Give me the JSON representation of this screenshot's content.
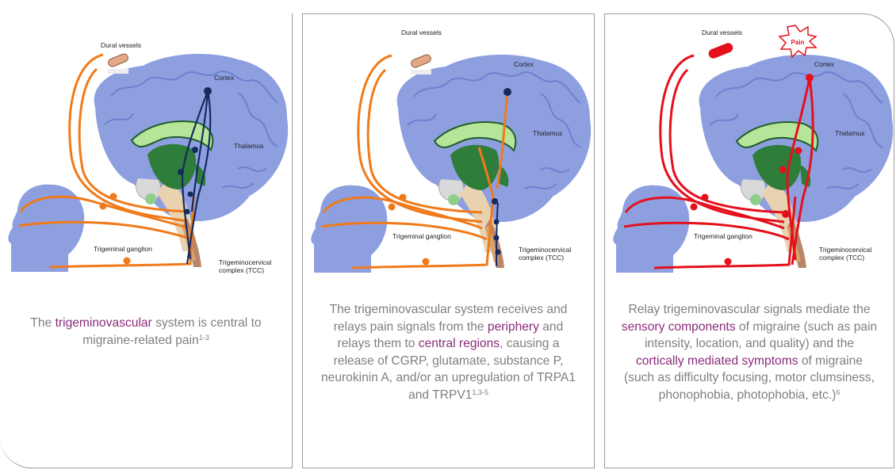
{
  "labels": {
    "dural_vessels": "Dural vessels",
    "cortex": "Cortex",
    "thalamus": "Thalamus",
    "ganglion": "Trigeminal ganglion",
    "tcc_line1": "Trigeminocervical",
    "tcc_line2": "complex (TCC)",
    "pain": "Pain"
  },
  "colors": {
    "brain": "#8e9fe0",
    "brain_dark": "#6d80cf",
    "head": "#8e9fe0",
    "thalamus_green": "#2e7d3b",
    "thalamus_light": "#b6e59a",
    "orange_pathway": "#f07a1a",
    "navy_pathway": "#152a5e",
    "red_pathway": "#e5101c",
    "highlight_text": "#8a2b7b",
    "caption_text": "#7f7f7f"
  },
  "panel1": {
    "caption_a": "The ",
    "caption_hl1": "trigeminovascular",
    "caption_b": " system is central to migraine-related pain",
    "caption_ref": "1-3"
  },
  "panel2": {
    "caption_a": "The trigeminovascular system receives and relays pain signals from the ",
    "caption_hl1": "periphery",
    "caption_b": " and relays them to ",
    "caption_hl2": "central regions",
    "caption_c": ", causing a release of CGRP, glutamate, substance P, neurokinin A, and/or an upregulation of TRPA1 and TRPV1",
    "caption_ref": "1,3-5"
  },
  "panel3": {
    "caption_a": "Relay trigeminovascular signals mediate the ",
    "caption_hl1": "sensory components",
    "caption_b": " of migraine (such as pain intensity, location, and quality) and the ",
    "caption_hl2": "cortically mediated symptoms",
    "caption_c": " of migraine (such as difficulty focusing, motor clumsiness, phonophobia, photophobia, etc.)",
    "caption_ref": "6"
  }
}
